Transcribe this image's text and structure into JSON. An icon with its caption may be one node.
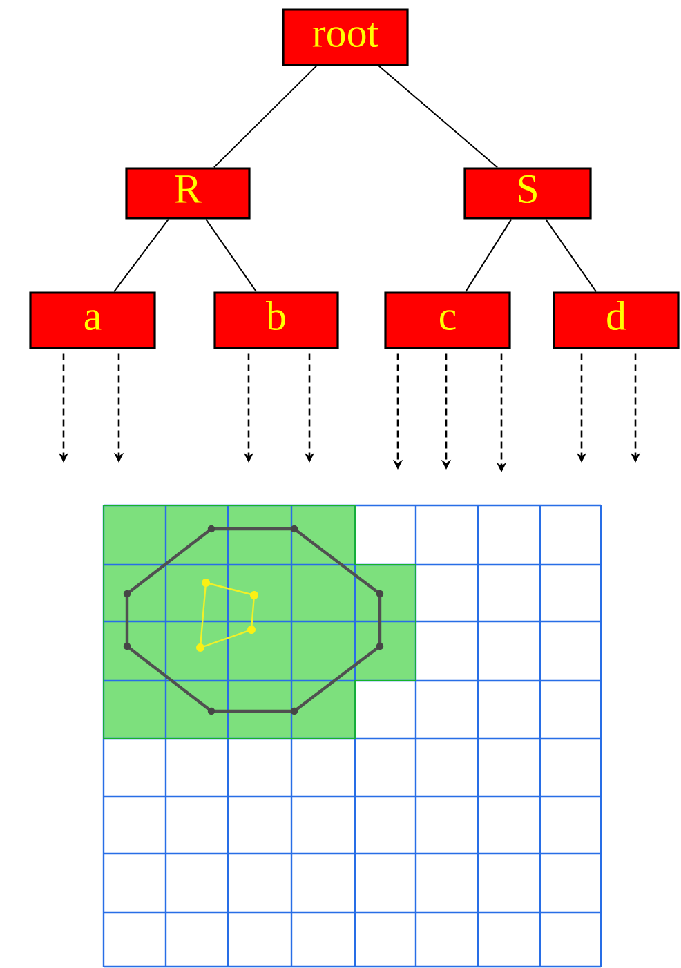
{
  "diagram": {
    "nodes": [
      {
        "text": [
          "root"
        ]
      },
      {
        "text": [
          "R"
        ]
      },
      {
        "text": [
          "S"
        ]
      },
      {
        "text": [
          "a"
        ]
      },
      {
        "text": [
          "b"
        ]
      },
      {
        "text": [
          "c"
        ]
      },
      {
        "text": [
          "d"
        ]
      }
    ],
    "edges": [
      {
        "from": 0,
        "to": 1,
        "arrow": "none"
      },
      {
        "from": 0,
        "to": 2,
        "arrow": "none"
      },
      {
        "from": 1,
        "to": 3,
        "arrow": "none"
      },
      {
        "from": 1,
        "to": 4,
        "arrow": "none"
      },
      {
        "from": 2,
        "to": 5,
        "arrow": "none"
      },
      {
        "from": 2,
        "to": 6,
        "arrow": "none"
      },
      {
        "from": 3,
        "to": null,
        "arrow": "to",
        "style": "dashed"
      },
      {
        "from": 3,
        "to": null,
        "arrow": "to",
        "style": "dashed"
      },
      {
        "from": 4,
        "to": null,
        "arrow": "to",
        "style": "dashed"
      },
      {
        "from": 4,
        "to": null,
        "arrow": "to",
        "style": "dashed"
      },
      {
        "from": 5,
        "to": null,
        "arrow": "to",
        "style": "dashed"
      },
      {
        "from": 5,
        "to": null,
        "arrow": "to",
        "style": "dashed"
      },
      {
        "from": 5,
        "to": null,
        "arrow": "to",
        "style": "dashed"
      },
      {
        "from": 6,
        "to": null,
        "arrow": "to",
        "style": "dashed"
      },
      {
        "from": 6,
        "to": null,
        "arrow": "to",
        "style": "dashed"
      }
    ]
  }
}
